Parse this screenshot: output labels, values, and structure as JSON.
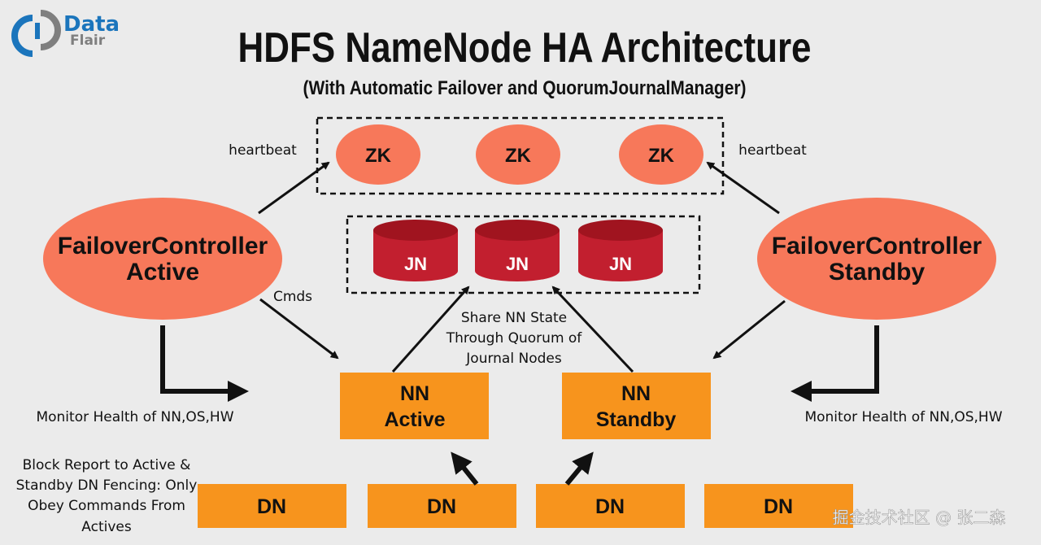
{
  "logo": {
    "line1": "Data",
    "line2": "Flair"
  },
  "title": "HDFS NameNode HA Architecture",
  "subtitle": "(With Automatic Failover and QuorumJournalManager)",
  "colors": {
    "ellipse": "#f7785a",
    "box": "#f7941d",
    "journal": "#c21f2f",
    "background": "#ebebeb"
  },
  "zookeepers": [
    "ZK",
    "ZK",
    "ZK"
  ],
  "journal_nodes": [
    "JN",
    "JN",
    "JN"
  ],
  "failover_active": {
    "line1": "FailoverController",
    "line2": "Active"
  },
  "failover_standby": {
    "line1": "FailoverController",
    "line2": "Standby"
  },
  "nn_active": {
    "line1": "NN",
    "line2": "Active"
  },
  "nn_standby": {
    "line1": "NN",
    "line2": "Standby"
  },
  "data_nodes": [
    "DN",
    "DN",
    "DN",
    "DN"
  ],
  "labels": {
    "heartbeat_left": "heartbeat",
    "heartbeat_right": "heartbeat",
    "cmds": "Cmds",
    "share_state": [
      "Share NN State",
      "Through Quorum of",
      "Journal Nodes"
    ],
    "monitor_left": "Monitor Health of NN,OS,HW",
    "monitor_right": "Monitor Health of NN,OS,HW",
    "block_report": [
      "Block Report to Active &",
      "Standby DN Fencing: Only",
      "Obey Commands From",
      "Actives"
    ]
  },
  "watermark": "掘金技术社区 @ 张二森"
}
